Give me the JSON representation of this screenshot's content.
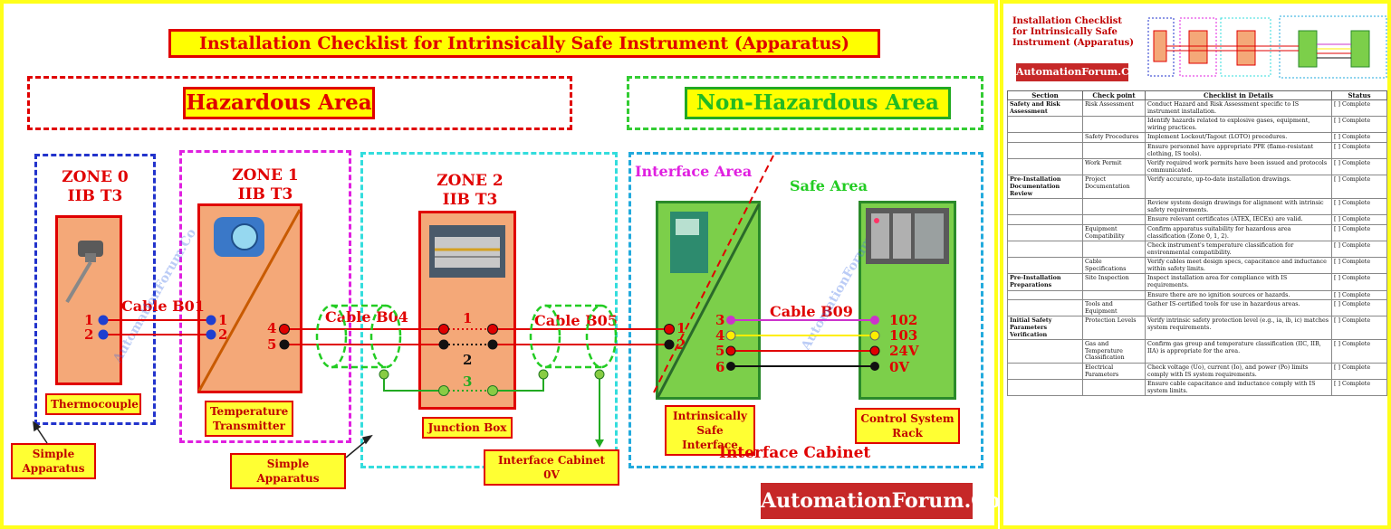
{
  "title": "Installation Checklist for Intrinsically Safe Instrument (Apparatus)",
  "areas": {
    "hazardous": "Hazardous Area",
    "non_hazardous": "Non-Hazardous Area",
    "interface_area": "Interface Area",
    "safe_area": "Safe Area",
    "interface_cabinet": "Interface Cabinet"
  },
  "zones": {
    "zone0": [
      "ZONE 0",
      "IIB T3"
    ],
    "zone1": [
      "ZONE 1",
      "IIB T3"
    ],
    "zone2": [
      "ZONE 2",
      "IIB T3"
    ]
  },
  "devices": {
    "thermocouple": "Thermocouple",
    "transmitter": [
      "Temperature",
      "Transmitter"
    ],
    "junction_box": "Junction Box",
    "is_interface": [
      "Intrinsically",
      "Safe Interface"
    ],
    "control_rack": [
      "Control System",
      "Rack"
    ]
  },
  "callouts": {
    "simple_apparatus_1": [
      "Simple",
      "Apparatus"
    ],
    "simple_apparatus_2": "Simple Apparatus",
    "interface_cabinet_0v": "Interface Cabinet 0V"
  },
  "cables": {
    "b01": "Cable B01",
    "b04": "Cable B04",
    "b05": "Cable B05",
    "b09": "Cable B09"
  },
  "terminals": {
    "tc": [
      "1",
      "2"
    ],
    "tx_in": [
      "1",
      "2"
    ],
    "tx_out": [
      "4",
      "5"
    ],
    "jb": [
      "1",
      "2",
      "3"
    ],
    "isi_in": [
      "1",
      "2"
    ],
    "isi_out": [
      "3",
      "4",
      "5",
      "6"
    ],
    "rack": [
      "102",
      "103",
      "24V",
      "0V"
    ]
  },
  "brand": "AutomationForum.Co",
  "watermark": "AutomationForum.Co",
  "checklist": {
    "thumb_title": "Installation Checklist for Intrinsically Safe Instrument (Apparatus)",
    "thumb_brand": "AutomationForum.Co",
    "headers": [
      "Section",
      "Check point",
      "Checklist in Details",
      "Status"
    ],
    "rows": [
      {
        "section": "Safety and Risk Assessment",
        "checkpoint": "Risk Assessment",
        "detail": "Conduct Hazard and Risk Assessment specific to IS instrument installation.",
        "status": "[ ] Complete"
      },
      {
        "section": "",
        "checkpoint": "",
        "detail": "Identify hazards related to explosive gases, equipment, wiring practices.",
        "status": "[ ] Complete"
      },
      {
        "section": "",
        "checkpoint": "Safety Procedures",
        "detail": "Implement Lockout/Tagout (LOTO) procedures.",
        "status": "[ ] Complete"
      },
      {
        "section": "",
        "checkpoint": "",
        "detail": "Ensure personnel have appropriate PPE (flame-resistant clothing, IS tools).",
        "status": "[ ] Complete"
      },
      {
        "section": "",
        "checkpoint": "Work Permit",
        "detail": "Verify required work permits have been issued and protocols communicated.",
        "status": "[ ] Complete"
      },
      {
        "section": "Pre-Installation Documentation Review",
        "checkpoint": "Project Documentation",
        "detail": "Verify accurate, up-to-date installation drawings.",
        "status": "[ ] Complete"
      },
      {
        "section": "",
        "checkpoint": "",
        "detail": "Review system design drawings for alignment with intrinsic safety requirements.",
        "status": "[ ] Complete"
      },
      {
        "section": "",
        "checkpoint": "",
        "detail": "Ensure relevant certificates (ATEX, IECEx) are valid.",
        "status": "[ ] Complete"
      },
      {
        "section": "",
        "checkpoint": "Equipment Compatibility",
        "detail": "Confirm apparatus suitability for hazardous area classification (Zone 0, 1, 2).",
        "status": "[ ] Complete"
      },
      {
        "section": "",
        "checkpoint": "",
        "detail": "Check instrument's temperature classification for environmental compatibility.",
        "status": "[ ] Complete"
      },
      {
        "section": "",
        "checkpoint": "Cable Specifications",
        "detail": "Verify cables meet design specs, capacitance and inductance within safety limits.",
        "status": "[ ] Complete"
      },
      {
        "section": "Pre-Installation Preparations",
        "checkpoint": "Site Inspection",
        "detail": "Inspect installation area for compliance with IS requirements.",
        "status": "[ ] Complete"
      },
      {
        "section": "",
        "checkpoint": "",
        "detail": "Ensure there are no ignition sources or hazards.",
        "status": "[ ] Complete"
      },
      {
        "section": "",
        "checkpoint": "Tools and Equipment",
        "detail": "Gather IS-certified tools for use in hazardous areas.",
        "status": "[ ] Complete"
      },
      {
        "section": "Initial Safety Parameters Verification",
        "checkpoint": "Protection Levels",
        "detail": "Verify intrinsic safety protection level (e.g., ia, ib, ic) matches system requirements.",
        "status": "[ ] Complete"
      },
      {
        "section": "",
        "checkpoint": "Gas and Temperature Classification",
        "detail": "Confirm gas group and temperature classification (IIC, IIB, IIA) is appropriate for the area.",
        "status": "[ ] Complete"
      },
      {
        "section": "",
        "checkpoint": "Electrical Parameters",
        "detail": "Check voltage (Uo), current (Io), and power (Po) limits comply with IS system requirements.",
        "status": "[ ] Complete"
      },
      {
        "section": "",
        "checkpoint": "",
        "detail": "Ensure cable capacitance and inductance comply with IS system limits.",
        "status": "[ ] Complete"
      }
    ]
  },
  "colors": {
    "red": "#e00000",
    "yellow": "#ffff00",
    "device_orange": "#f4a878",
    "green_device": "#7ccf4a",
    "zone0_border": "#2233cc",
    "zone1_border": "#e020e0",
    "zone2_border": "#33dddd",
    "safe_border": "#22aadd"
  }
}
